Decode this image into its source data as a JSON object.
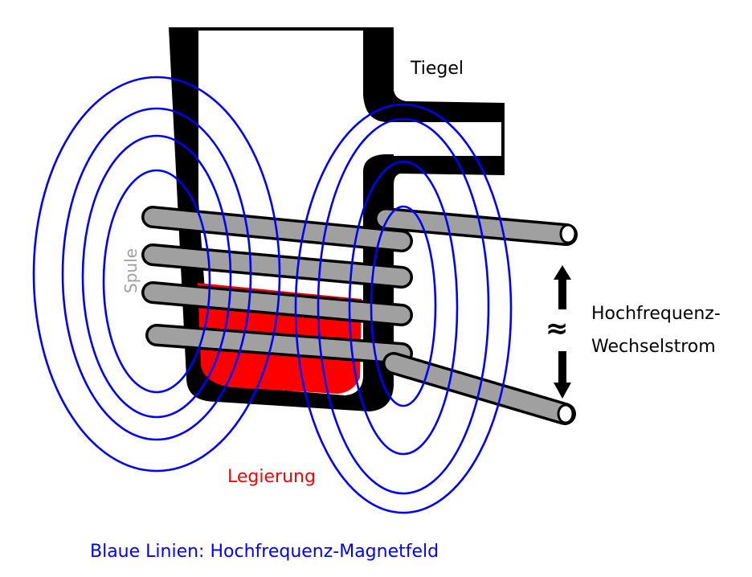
{
  "diagram": {
    "title": "Induction melting crucible with coil",
    "labels": {
      "crucible": "Tiegel",
      "coil": "Spule",
      "alloy": "Legierung",
      "current_line1": "Hochfrequenz-",
      "current_line2": "Wechselstrom",
      "ac_symbol": "≈",
      "legend": "Blaue Linien: Hochfrequenz-Magnetfeld"
    },
    "colors": {
      "field_lines": "#0000ff",
      "alloy": "#ff0000",
      "coil": "#a0a0a0",
      "crucible": "#000000",
      "coil_label": "#a0a0a0",
      "alloy_label": "#ff0000",
      "legend_text": "#0000ff",
      "text": "#000000"
    },
    "field_line_groups": [
      {
        "name": "left-field-lines",
        "count": 4
      },
      {
        "name": "right-field-lines",
        "count": 4
      }
    ],
    "coil_turns": 4
  }
}
